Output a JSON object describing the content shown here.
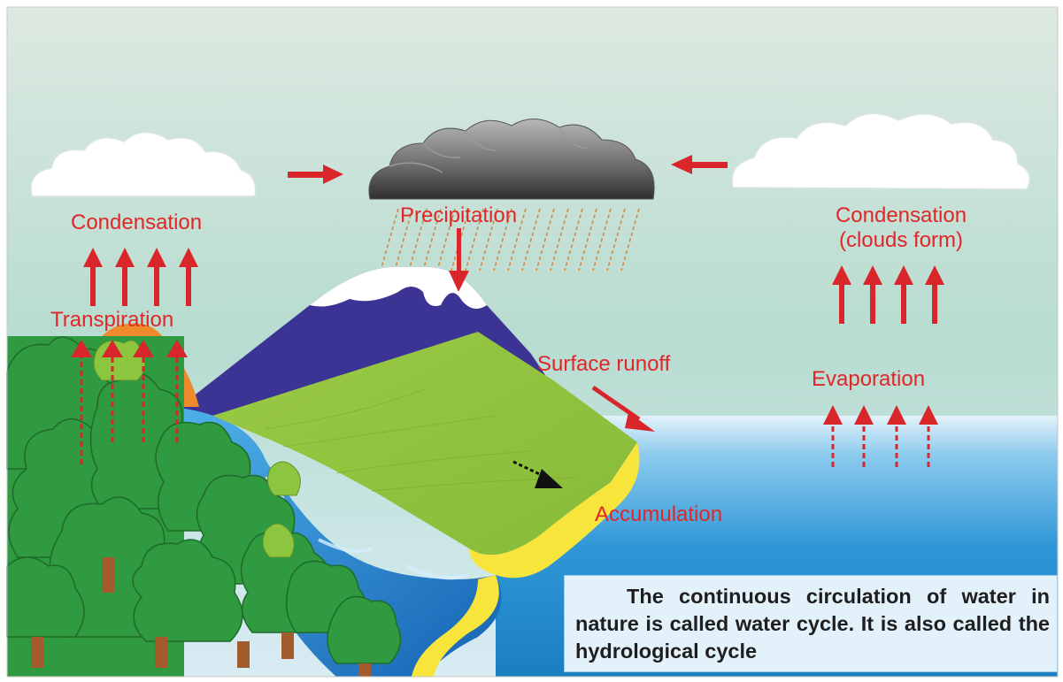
{
  "labels": {
    "condensation_left": "Condensation",
    "transpiration": "Transpiration",
    "precipitation": "Precipitation",
    "condensation_right_line1": "Condensation",
    "condensation_right_line2": "(clouds form)",
    "evaporation": "Evaporation",
    "surface_runoff": "Surface runoff",
    "accumulation": "Accumulation"
  },
  "caption": "The continuous circulation of water in nature is called water cycle. It is also called the hydrological cycle",
  "colors": {
    "label_red": "#e1262a",
    "arrow_red": "#d8262b",
    "mountain": "#3b3494",
    "slope_green": "#8fc23f",
    "sea_blue": "#1a88c9",
    "sand_yellow": "#f7e53c",
    "tree_green": "#2f9a40",
    "caption_bg": "#e3f1fb"
  }
}
